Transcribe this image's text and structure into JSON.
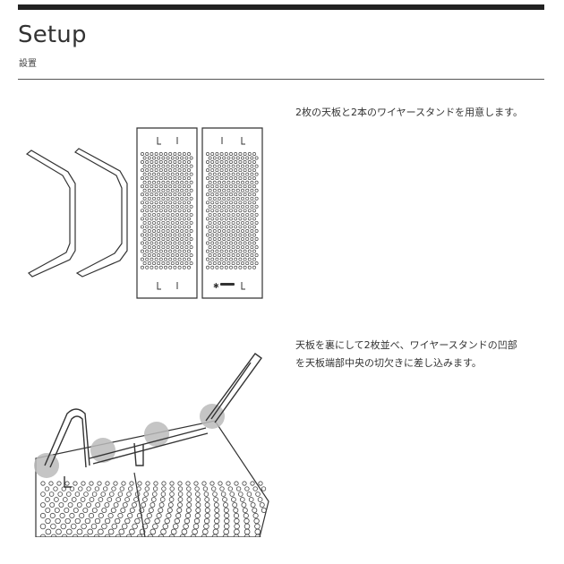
{
  "header": {
    "title": "Setup",
    "subtitle": "設置"
  },
  "steps": [
    {
      "text": "2枚の天板と2本のワイヤースタンドを用意します。"
    },
    {
      "line1": "天板を裏にして2枚並べ、ワイヤースタンドの凹部",
      "line2": "を天板端部中央の切欠きに差し込みます。"
    }
  ]
}
